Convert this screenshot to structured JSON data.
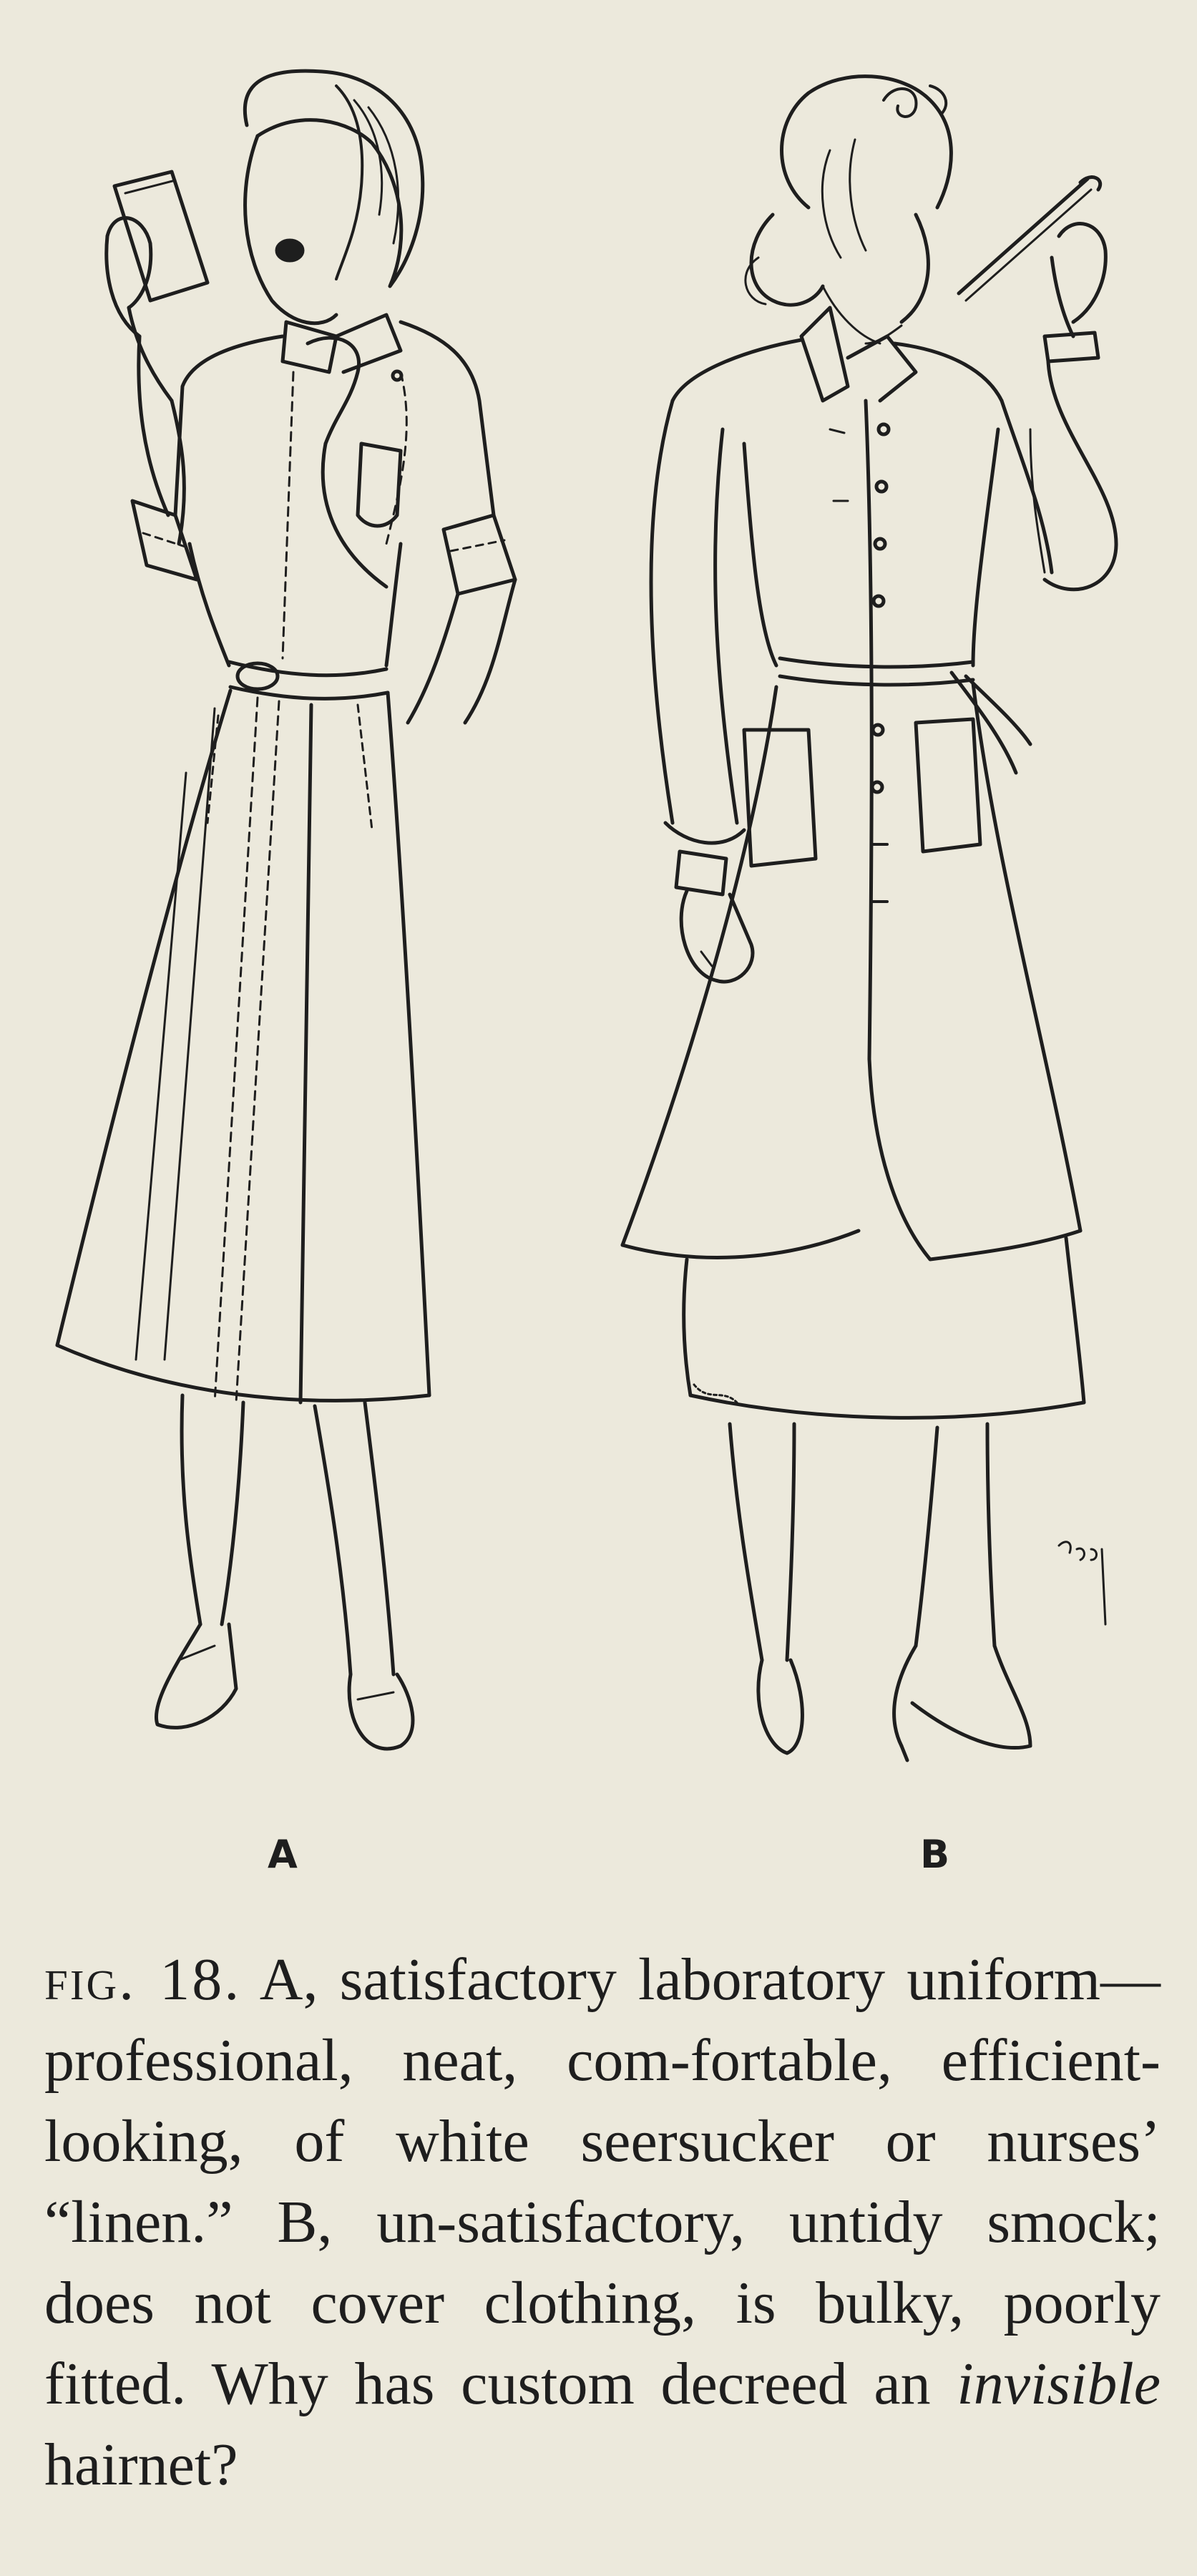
{
  "figure": {
    "panel_labels": {
      "a": "A",
      "b": "B"
    },
    "signature": "Troy"
  },
  "caption": {
    "fig_label": "fig. 18.",
    "text_before": " A, satisfactory laboratory uniform—professional, neat, com-fortable, efficient-looking, of white seersucker or nurses’ “linen.” B, un-satisfactory, untidy smock; does not cover clothing, is bulky, poorly fitted. Why has custom decreed an ",
    "emphasis": "invisible",
    "text_after": " hairnet?"
  },
  "colors": {
    "paper": "#ece9dc",
    "ink": "#1e1e1e"
  }
}
